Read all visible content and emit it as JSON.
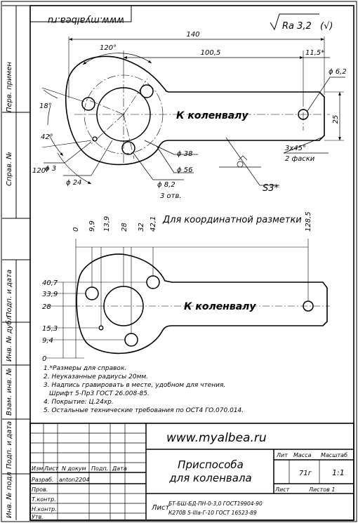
{
  "header": {
    "stamp_mirrored": "www.myalbea.ru",
    "roughness_prefix": "Ra 3,2",
    "roughness_check": "(√)"
  },
  "side_labels": {
    "perv_primen": "Перв. примен",
    "sprav_no": "Справ. №",
    "podp_data_1": "Подп. и дата",
    "inv_dubl": "Инв. № дубл",
    "vzam_inv": "Взам. инв. №",
    "podp_data_2": "Подп. и дата",
    "inv_podl": "Инв. № подл"
  },
  "top_view": {
    "dim_140": "140",
    "dim_100_5": "100,5",
    "dim_11_5": "11,5*",
    "angle_120_top": "120°",
    "angle_18": "18°",
    "angle_42": "42°",
    "angle_120_bottom": "120°",
    "phi_6_2": "ϕ 6,2",
    "dim_25": "25",
    "chamfer": "3x45°",
    "chamfer_note": "2 фаски",
    "phi_3": "ϕ 3",
    "phi_24": "ϕ 24",
    "phi_8_2": "ϕ 8,2",
    "otv_3": "3 отв.",
    "phi_38": "ϕ 38",
    "phi_56": "ϕ 56",
    "s3": "S3*",
    "arm_label": "К коленвалу"
  },
  "bottom_view": {
    "title": "Для координатной разметки",
    "x_values": [
      "0",
      "9,9",
      "13,9",
      "28",
      "32",
      "42,1",
      "128,5"
    ],
    "y_values": [
      "40,7",
      "33,9",
      "28",
      "15,3",
      "9,4",
      "0"
    ],
    "arm_label": "К коленвалу"
  },
  "notes": [
    "1.*Размеры для справок.",
    "2. Неуказанные радиусы 20мм.",
    "3. Надпись гравировать в месте, удобном для чтения.",
    "Шрифт 5-Пр3 ГОСТ 26.008-85.",
    "4. Покрытие: Ц.24хр.",
    "5. Остальные технические требования по ОСТ4 ГО.070.014."
  ],
  "title_block": {
    "website": "www.myalbea.ru",
    "col_izm": "Изм",
    "col_list": "Лист",
    "col_n_dokum": "N докум",
    "col_podp": "Подп.",
    "col_data": "Дата",
    "row_razrab": "Разраб.",
    "razrab_name": "anton2204",
    "row_prov": "Пров.",
    "row_tkontr": "Т.контр.",
    "row_nkontr": "Н.контр.",
    "row_utv": "Утв.",
    "title_line1": "Приспособа",
    "title_line2": "для коленвала",
    "col_lit": "Лит",
    "col_massa": "Масса",
    "col_masshtab": "Масштаб",
    "massa": "71г",
    "masshtab": "1:1",
    "list": "Лист",
    "listov": "Листов 1",
    "material_prefix": "Лист",
    "material_line1": "БТ-БШ-БД-ПН-0-3,0 ГОСТ19904-90",
    "material_line2": "К270В 5-IIIа-Г-10 ГОСТ 16523-89"
  }
}
